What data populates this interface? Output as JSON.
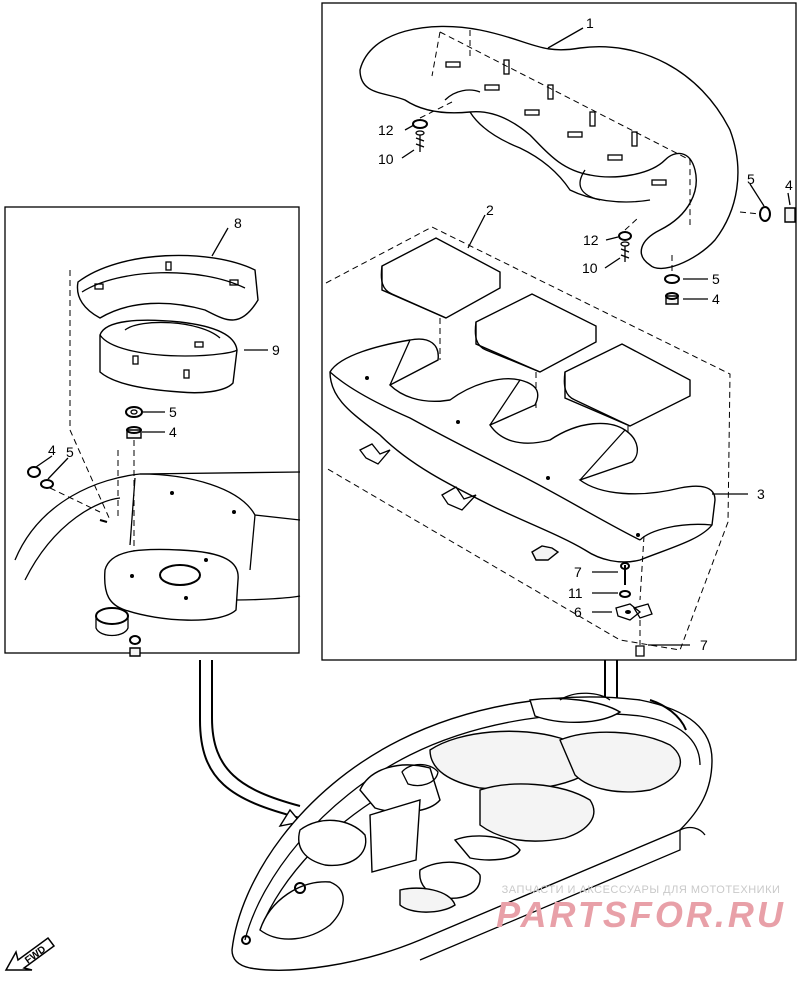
{
  "callouts": {
    "c1": "1",
    "c2": "2",
    "c3": "3",
    "c4a": "4",
    "c4b": "4",
    "c4c": "4",
    "c4d": "4",
    "c5a": "5",
    "c5b": "5",
    "c5c": "5",
    "c5d": "5",
    "c6": "6",
    "c7a": "7",
    "c7b": "7",
    "c8": "8",
    "c9": "9",
    "c10a": "10",
    "c10b": "10",
    "c11": "11",
    "c12a": "12",
    "c12b": "12"
  },
  "direction_label": "FWD",
  "watermark": {
    "caption": "ЗАПЧАСТИ И АКСЕССУАРЫ ДЛЯ МОТОТЕХНИКИ",
    "brand": "PARTSFOR.RU"
  },
  "colors": {
    "line": "#000000",
    "watermark_brand": "#e8a0a8",
    "watermark_caption": "#c9c9c9"
  }
}
